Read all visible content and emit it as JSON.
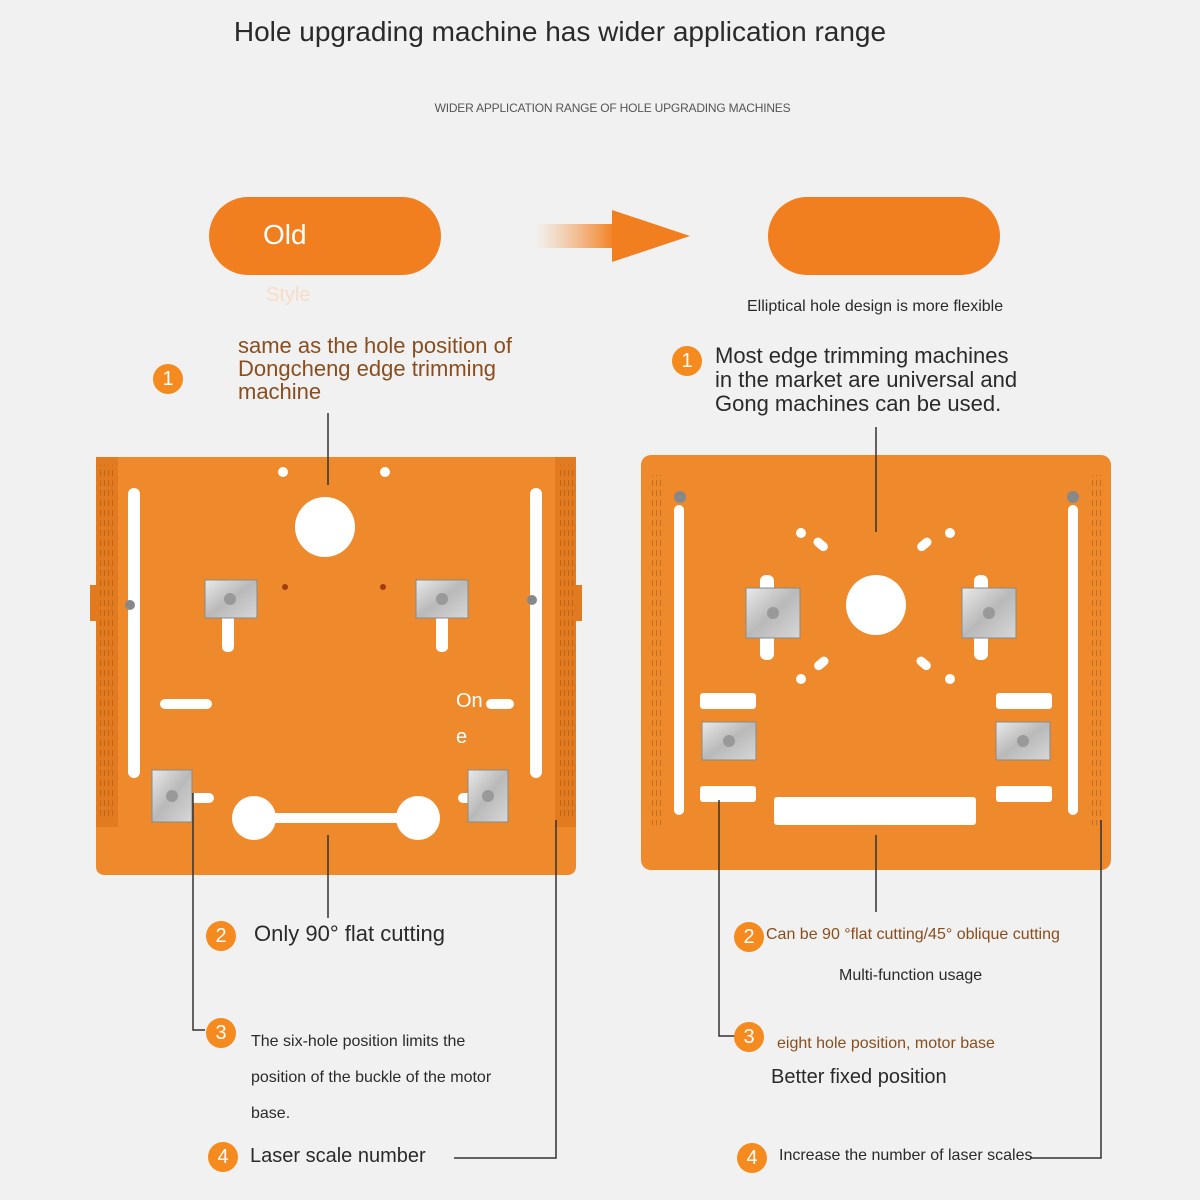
{
  "page": {
    "title": "Hole upgrading machine has wider application range",
    "subtitle": "WIDER APPLICATION RANGE OF HOLE UPGRADING MACHINES"
  },
  "left": {
    "pill_label": "Old",
    "pill_ghost": "Style",
    "callout1": [
      "same as the hole position of",
      "Dongcheng edge trimming",
      "machine"
    ],
    "plate_label_line1": "On",
    "plate_label_line2": "e",
    "callout2": "Only 90° flat cutting",
    "callout3": [
      "The six-hole position limits the",
      "position of the buckle of the motor",
      "base."
    ],
    "callout4": "Laser scale number"
  },
  "right": {
    "pill_label": "",
    "note": "Elliptical hole design is more flexible",
    "callout1": [
      "Most edge trimming machines",
      "in the market are universal and",
      "Gong machines can be used."
    ],
    "callout2": "Can be 90 °flat cutting/45° oblique cutting",
    "callout2_sub": "Multi-function usage",
    "callout3": "eight hole position, motor base",
    "callout3_sub": "Better fixed position",
    "callout4": "Increase the number of laser scales"
  },
  "numbers": [
    "1",
    "2",
    "3",
    "4"
  ],
  "colors": {
    "accent": "#f27f1f",
    "plate": "#ee8a2c",
    "background": "#f1f1f1",
    "callout_text": "#8a4e1e"
  }
}
